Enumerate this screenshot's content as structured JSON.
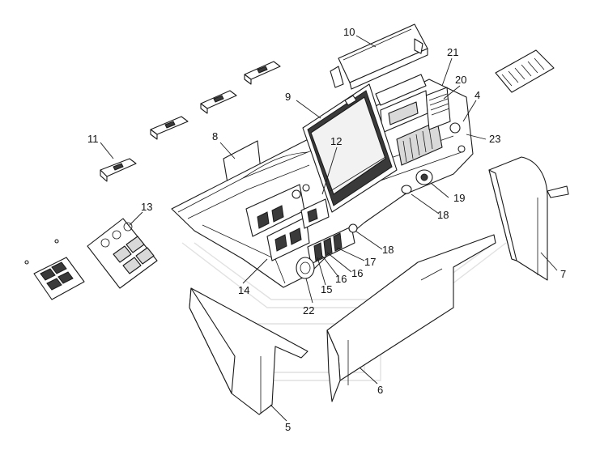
{
  "callouts": [
    {
      "id": "c10",
      "label": "10"
    },
    {
      "id": "c21",
      "label": "21"
    },
    {
      "id": "c20",
      "label": "20"
    },
    {
      "id": "c4",
      "label": "4"
    },
    {
      "id": "c9",
      "label": "9"
    },
    {
      "id": "c23",
      "label": "23"
    },
    {
      "id": "c11",
      "label": "11"
    },
    {
      "id": "c8",
      "label": "8"
    },
    {
      "id": "c12",
      "label": "12"
    },
    {
      "id": "c19",
      "label": "19"
    },
    {
      "id": "c13",
      "label": "13"
    },
    {
      "id": "c18a",
      "label": "18"
    },
    {
      "id": "c18b",
      "label": "18"
    },
    {
      "id": "c17",
      "label": "17"
    },
    {
      "id": "c16a",
      "label": "16"
    },
    {
      "id": "c16b",
      "label": "16"
    },
    {
      "id": "c15",
      "label": "15"
    },
    {
      "id": "c14",
      "label": "14"
    },
    {
      "id": "c22",
      "label": "22"
    },
    {
      "id": "c7",
      "label": "7"
    },
    {
      "id": "c6",
      "label": "6"
    },
    {
      "id": "c5",
      "label": "5"
    }
  ],
  "colors": {
    "line": "#1a1a1a",
    "fill": "#ffffff",
    "shade": "#d9d9d9",
    "watermark": "#c8c8c8"
  }
}
